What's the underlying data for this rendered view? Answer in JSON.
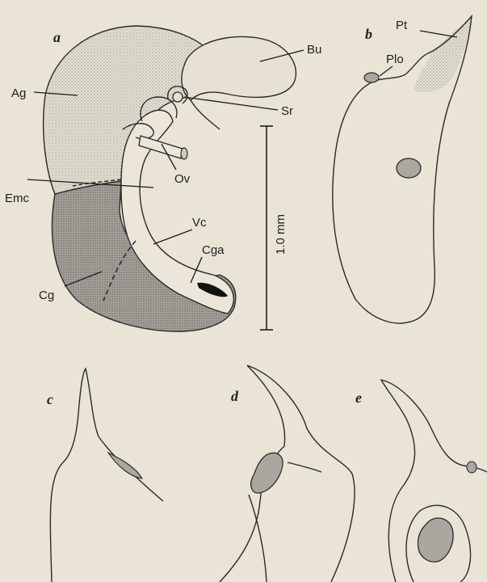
{
  "panels": {
    "a": {
      "letter": "a",
      "labels": {
        "ag": "Ag",
        "bu": "Bu",
        "sr": "Sr",
        "ov": "Ov",
        "emc": "Emc",
        "vc": "Vc",
        "cga": "Cga",
        "cg": "Cg"
      },
      "scale_bar": "1.0 mm"
    },
    "b": {
      "letter": "b",
      "labels": {
        "pt": "Pt",
        "plo": "Plo"
      }
    },
    "c": {
      "letter": "c"
    },
    "d": {
      "letter": "d"
    },
    "e": {
      "letter": "e"
    }
  },
  "colors": {
    "background": "#e9e4d6",
    "stipple_light": "#d4d0c4",
    "stipple_dark": "#9a9892",
    "opening_fill": "#a9a79f",
    "line": "#1c1c1c"
  }
}
